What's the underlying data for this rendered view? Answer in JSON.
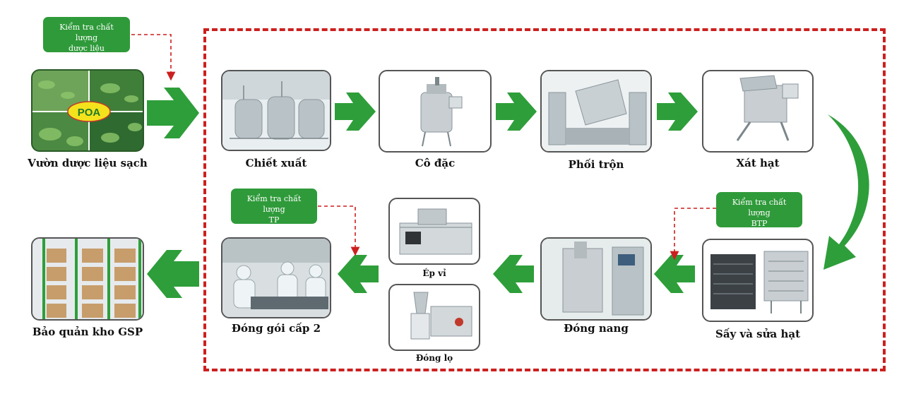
{
  "colors": {
    "green_arrow": "#2e9e3a",
    "qc_box": "#2f9a3a",
    "dashed_red": "#cc1f1f"
  },
  "logo_text": "POA",
  "quality_checks": {
    "herbal": {
      "line1": "Kiểm tra chất lượng",
      "line2": "dược liệu"
    },
    "finished": {
      "line1": "Kiểm tra chất lượng",
      "line2": "TP"
    },
    "semi": {
      "line1": "Kiểm tra chất lượng",
      "line2": "BTP"
    }
  },
  "steps": {
    "garden": "Vườn dược liệu sạch",
    "extraction": "Chiết xuất",
    "concentration": "Cô đặc",
    "mixing": "Phối trộn",
    "granulating": "Xát hạt",
    "drying": "Sấy và sửa hạt",
    "capsule": "Đóng nang",
    "blister": "Ép vỉ",
    "bottling": "Đóng lọ",
    "packaging": "Đóng gói cấp 2",
    "storage": "Bảo quản kho GSP"
  }
}
